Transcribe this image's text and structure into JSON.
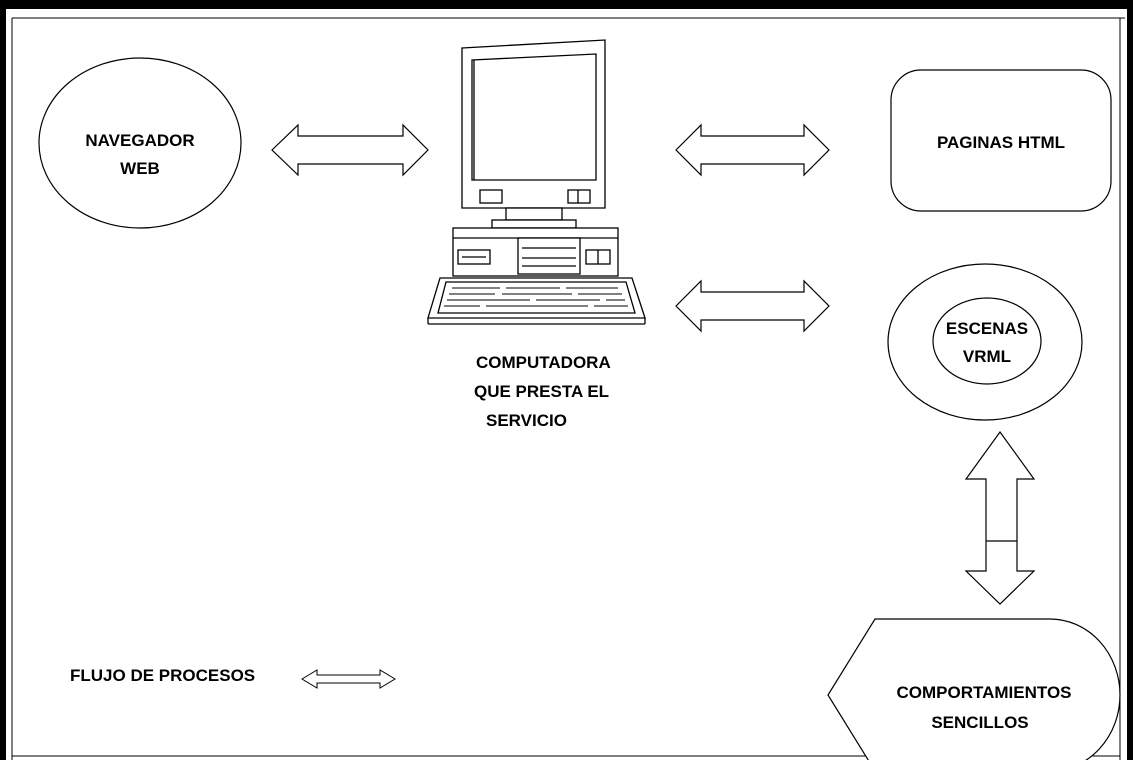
{
  "nodes": {
    "navegador": {
      "lines": [
        "NAVEGADOR",
        "WEB"
      ]
    },
    "paginas": {
      "lines": [
        "PAGINAS HTML"
      ]
    },
    "escenas": {
      "lines": [
        "ESCENAS",
        "VRML"
      ]
    },
    "comportamientos": {
      "lines": [
        "COMPORTAMIENTOS",
        "SENCILLOS"
      ]
    },
    "computadora": {
      "lines": [
        "COMPUTADORA",
        "QUE PRESTA EL",
        "SERVICIO"
      ]
    }
  },
  "legend": {
    "label": "FLUJO DE PROCESOS"
  },
  "colors": {
    "stroke": "#000000",
    "fill": "#ffffff"
  }
}
